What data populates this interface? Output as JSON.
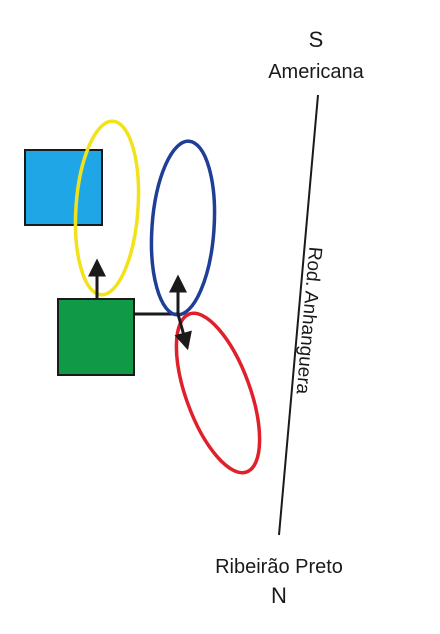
{
  "labels": {
    "south_letter": "S",
    "south_city": "Americana",
    "north_letter": "N",
    "north_city": "Ribeirão Preto",
    "road_name": "Rod. Anhanguera"
  },
  "colors": {
    "blue_square": "#1fa6e6",
    "green_square": "#109a48",
    "yellow_ellipse": "#f2e21a",
    "blue_ellipse": "#1f3f97",
    "red_ellipse": "#e0202a",
    "ink": "#1a1a1a"
  }
}
